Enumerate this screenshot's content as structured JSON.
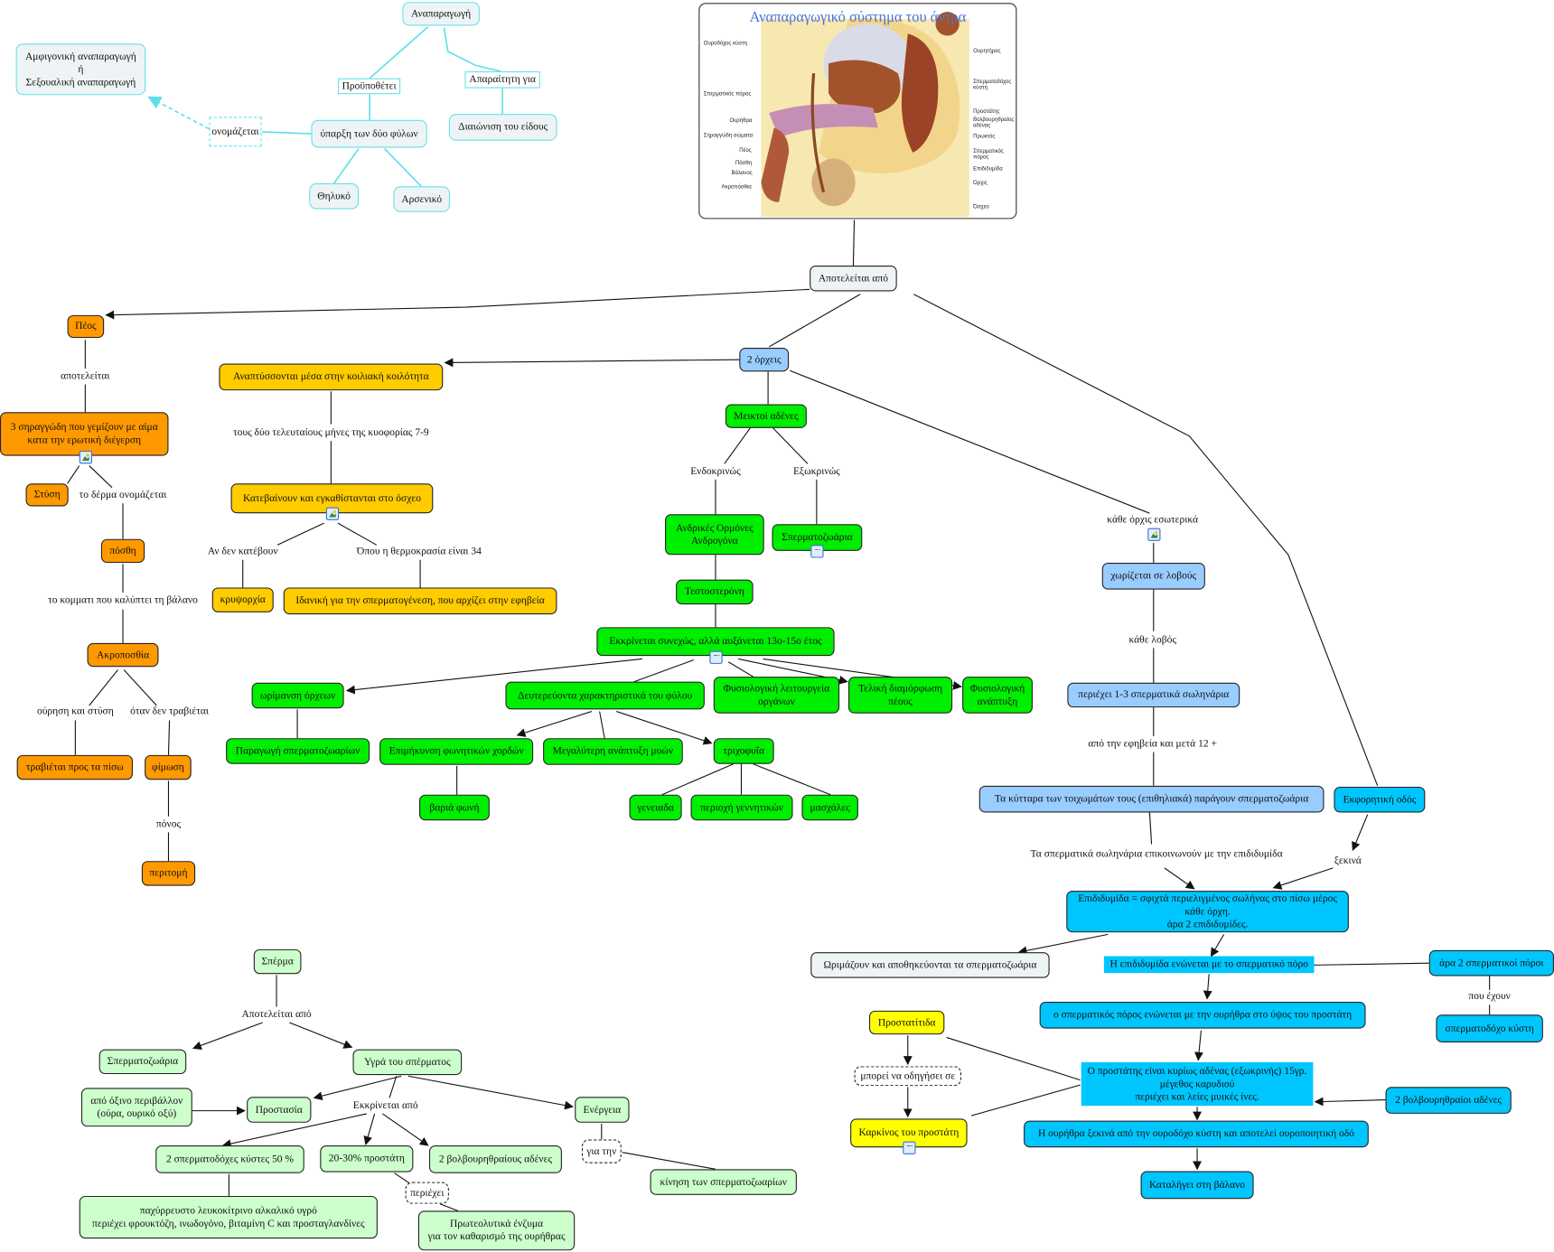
{
  "image": {
    "title": "Αναπαραγωγικό σύστημα του άντρα",
    "labels": {
      "l1": "Ουροδόχος κύστη",
      "l2": "Σπερματικός πόρος",
      "l3": "Ουρήθρα",
      "l4": "Σηραγγώδη σώματα",
      "l5": "Πέος",
      "l6": "Πόσθη",
      "l7": "Βάλανος",
      "l8": "Ακροπόσθια",
      "r1": "Ουρητήρας",
      "r2": "Σπερματοδόχος\nκύστη",
      "r3": "Προστάτης",
      "r4": "Βολβουρηθραίος\nαδένας",
      "r5": "Πρωκτός",
      "r6": "Σπερματικός\nπόρος",
      "r7": "Επιδιδυμίδα",
      "r8": "Όρχις",
      "r9": "Όσχεο"
    }
  },
  "nodes": {
    "anaparagogi": "Αναπαραγωγή",
    "proypothetei": "Προϋποθέτει",
    "aparaitito": "Απαραίτητη για",
    "amfigoniki": "Αμφιγονική αναπαραγωγή\nή\nΣεξουαλική αναπαραγωγή",
    "onomazetai": "ονομάζεται",
    "yparxi": "ύπαρξη των δύο φύλων",
    "diaionisi": "Διαιώνιση του είδους",
    "thilyko": "Θηλυκό",
    "arseniko": "Αρσενικό",
    "apoteleitai": "Αποτελείται από",
    "peos": "Πέος",
    "siraggodi": "3 σηραγγώδη που γεμίζουν με αίμα\nκατα την ερωτική διέγερση",
    "stysi": "Στύση",
    "posthi": "πόσθη",
    "akroposthia": "Ακροποσθία",
    "travietai": "τραβιέται προς τα πίσω",
    "fimosi": "φίμωση",
    "peritomi": "περιτομή",
    "anaptyssontai": "Αναπτύσσονται μέσα στην κοιλιακή κοιλότητα",
    "katevainoun": "Κατεβαίνουν και εγκαθίστανται στο όσχεο",
    "krypsorxia": "κρυψορχία",
    "idaniki": "Ιδανική για την σπερματογένεση, που αρχίζει στην εφηβεία",
    "orxeis": "2 όρχεις",
    "meiktoi": "Μεικτοί αδένες",
    "andrikes": "Ανδρικές Ορμόνες\nΑνδρογόνα",
    "spermatozoaria_g": "Σπερματοζωάρια",
    "testosteroni": "Τεστοστερόνη",
    "ekkrinetai": "Εκκρίνεται συνεχώς, αλλά αυξάνεται 13ο-15ο έτος",
    "orimansi": "ωρίμανση όρχεων",
    "deutereuonta": "Δευτερεύοντα χαρακτηριστικά του φύλου",
    "fysiologiki_leit": "Φυσιολογική λειτουργεία\nοργάνων",
    "teliki": "Τελική διαμόρφωση\nπέους",
    "fysiologiki_an": "Φυσιολογική\nανάπτυξη",
    "paragogi": "Παραγωγή σπερματοζωαρίων",
    "epimikynsi": "Επιμήκυνση φωνητικών χορδών",
    "megalyteri": "Μεγαλύτερη ανάπτυξη μυών",
    "trixofyia": "τριχοφυΐα",
    "varia": "βαριά φωνή",
    "geneiada": "γενειαδα",
    "periochi": "περιοχή γεννητικών",
    "masxales": "μασχάλες",
    "xorizetai": "χωρίζεται σε λοβούς",
    "periexei13": "περιέχει 1-3 σπερματικά σωληνάρια",
    "kyttara": "Τα κύτταρα των τοιχωμάτων τους (επιθηλιακά) παράγουν σπερματοζωάρια",
    "ekforitiki": "Εκφορητική οδός",
    "epididymida": "Επιδιδυμίδα = σφιχτά περιελιγμένος σωλήνας στο πίσω μέρος κάθε όρχη.\nάρα 2 επιδιδυμίδες.",
    "orimazoun": "Ωριμάζουν και αποθηκεύονται τα σπερματοζωάρια",
    "enonetai": "Η επιδιδυμίδα ενώνεται με το σπερματικό πόρο",
    "ara2": "άρα 2 σπερματικοί πόροι",
    "spermatodoxo": "σπερματοδόχο κύστη",
    "o_spermatikos": "ο σπερματικός πόρος ενώνεται με την ουρήθρα στο ύψος του προστάτη",
    "prostatis": "Ο προστάτης είναι κυρίως αδένας (εξωκρινής) 15γρ.\nμέγεθος καρυδιού\nπεριέχει και λείες μυικές ίνες.",
    "volvourithraioi": "2 βολβουρηθραίοι αδένες",
    "ourithra": "Η ουρήθρα ξεκινά από την ουροδόχο κύστη και αποτελεί ουροποιητική οδό",
    "kataligei": "Καταλήγει στη βάλανο",
    "prostatitida": "Προστατίτιδα",
    "mporei": "μπορεί να οδηγήσει σε",
    "karkinos": "Καρκίνος του προστάτη",
    "sperma": "Σπέρμα",
    "spermatozoaria_p": "Σπερματοζωάρια",
    "ygra": "Υγρά του σπέρματος",
    "oxino": "από όξινο περιβάλλον\n(ούρα, ουρικό οξύ)",
    "prostasia": "Προστασία",
    "energeia": "Ενέργεια",
    "kystes50": "2 σπερματοδόχες κύστες 50 %",
    "prostati2030": "20-30% προστάτη",
    "volvourithraious": "2 βολβουρηθραίους αδένες",
    "gia_tin": "για την",
    "periexei": "περιέχει",
    "kinisi": "κίνηση των σπερματοζωαρίων",
    "paxyrreusto": "παχύρρευστο λευκοκίτρινο αλκαλικό υγρό\nπεριέχει φρουκτόζη, ινωδογόνο, βιταμίνη C και προσταγλανδίνες",
    "proteolytika": "Πρωτεολυτικά ένζυμα\nγια τον καθαρισμό της ουρήθρας"
  },
  "links": {
    "apoteleitai_l": "αποτελείται",
    "derma": "το δέρμα ονομάζεται",
    "kommati": "το κομματι που καλύπτει τη βάλανο",
    "ourisi": "ούρηση και στύση",
    "otan": "όταν δεν τραβιέται",
    "ponos": "πόνος",
    "tous_dyo": "τους δύο τελευταίους μήνες της κυοφορίας 7-9",
    "an_den": "Αν δεν κατέβουν",
    "opou": "Όπου η θερμοκρασία είναι 34",
    "endokrinos": "Ενδοκρινώς",
    "exokrinos": "Εξωκρινώς",
    "kathe_orxis": "κάθε όρχις εσωτερικά",
    "kathe_lovos": "κάθε λοβός",
    "apo_efiveia": "από την εφηβεία και μετά 12 +",
    "ta_spermatika": "Τα σπερματικά σωληνάρια επικοινωνούν με την επιδιδυμίδα",
    "xekina": "ξεκινά",
    "pou_exoun": "που έχουν",
    "apoteleitai_apo": "Αποτελείται από",
    "ekkrinetai_apo": "Εκκρίνεται από"
  },
  "colors": {
    "cyan_border": "#63e2ea",
    "orange": "#ff9900",
    "gold": "#ffcc00",
    "light_blue": "#99ccff",
    "green": "#00ee00",
    "sky": "#00c6ff",
    "yellow": "#ffff00",
    "pale_green": "#ccffcc",
    "title_blue": "#4a72dc"
  }
}
